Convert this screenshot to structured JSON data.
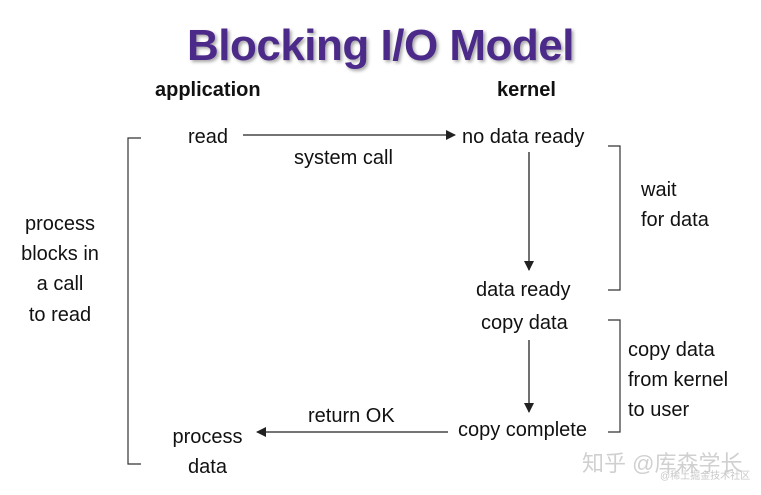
{
  "title": "Blocking I/O Model",
  "headers": {
    "application": "application",
    "kernel": "kernel"
  },
  "app": {
    "read": "read",
    "process_data": [
      "process",
      "data"
    ]
  },
  "kernel": {
    "no_data_ready": "no data ready",
    "data_ready": "data ready",
    "copy_data": "copy data",
    "copy_complete": "copy complete"
  },
  "arrows": {
    "system_call": "system call",
    "return_ok": "return OK"
  },
  "side_labels": {
    "left": [
      "process",
      "blocks in",
      "a call",
      "to read"
    ],
    "wait": [
      "wait",
      "for data"
    ],
    "copy": [
      "copy data",
      "from kernel",
      "to user"
    ]
  },
  "watermark": {
    "main": "知乎 @库森学长",
    "sub": "@稀土掘金技术社区"
  },
  "colors": {
    "title": "#4b2a8a",
    "text": "#111111",
    "lines": "#333333"
  }
}
